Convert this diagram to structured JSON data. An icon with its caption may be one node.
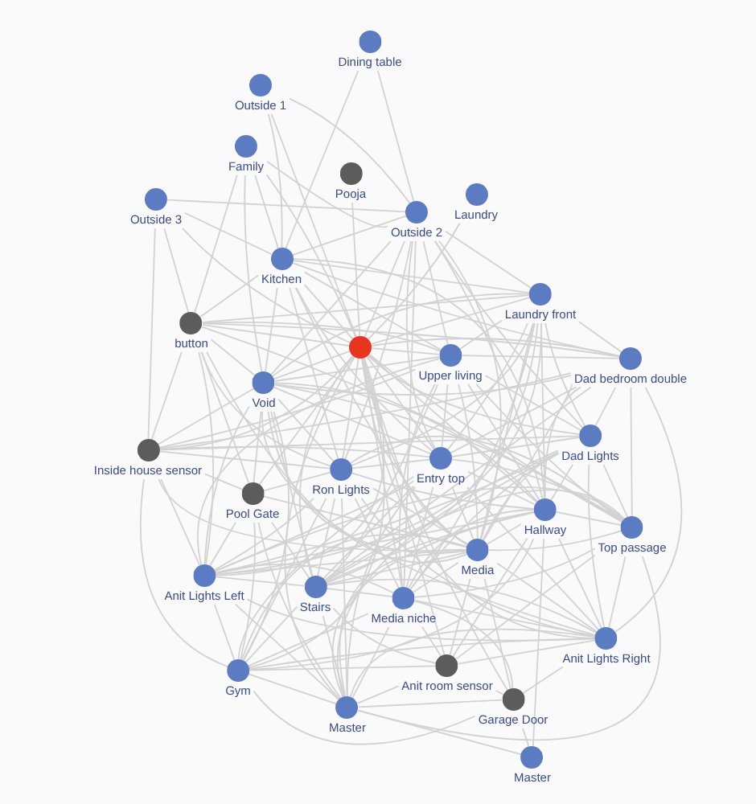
{
  "diagram": {
    "nodes": [
      {
        "text": [
          "Dining table"
        ]
      },
      {
        "text": [
          "Outside 1"
        ]
      },
      {
        "text": [
          "Family"
        ]
      },
      {
        "text": [
          "Pooja"
        ]
      },
      {
        "text": [
          "Laundry"
        ]
      },
      {
        "text": [
          "Outside 3"
        ]
      },
      {
        "text": [
          "Outside 2"
        ]
      },
      {
        "text": [
          "Kitchen"
        ]
      },
      {
        "text": [
          "Laundry front"
        ]
      },
      {
        "text": [
          "button"
        ]
      },
      {
        "text": [],
        "shape": "circle"
      },
      {
        "text": [
          "Upper living"
        ]
      },
      {
        "text": [
          "Dad bedroom double"
        ]
      },
      {
        "text": [
          "Void"
        ]
      },
      {
        "text": [
          "Inside house sensor"
        ]
      },
      {
        "text": [
          "Dad Lights"
        ]
      },
      {
        "text": [
          "Entry top"
        ]
      },
      {
        "text": [
          "Ron Lights"
        ]
      },
      {
        "text": [
          "Pool Gate"
        ]
      },
      {
        "text": [
          "Hallway"
        ]
      },
      {
        "text": [
          "Top passage"
        ]
      },
      {
        "text": [
          "Media"
        ]
      },
      {
        "text": [
          "Anit Lights Left"
        ]
      },
      {
        "text": [
          "Stairs"
        ]
      },
      {
        "text": [
          "Media niche"
        ]
      },
      {
        "text": [
          "Anit Lights Right"
        ]
      },
      {
        "text": [
          "Gym"
        ]
      },
      {
        "text": [
          "Anit room sensor"
        ]
      },
      {
        "text": [
          "Master"
        ]
      },
      {
        "text": [
          "Garage Door"
        ]
      },
      {
        "text": [
          "Master"
        ]
      }
    ],
    "edges": [
      {
        "from": 0,
        "to": 7,
        "arrow": "none"
      },
      {
        "from": 0,
        "to": 6,
        "arrow": "none"
      },
      {
        "from": 1,
        "to": 6,
        "arrow": "none"
      },
      {
        "from": 1,
        "to": 7,
        "arrow": "none"
      },
      {
        "from": 1,
        "to": 10,
        "arrow": "none"
      },
      {
        "from": 2,
        "to": 6,
        "arrow": "none"
      },
      {
        "from": 2,
        "to": 7,
        "arrow": "none"
      },
      {
        "from": 2,
        "to": 13,
        "arrow": "none"
      },
      {
        "from": 2,
        "to": 10,
        "arrow": "none"
      },
      {
        "from": 2,
        "to": 9,
        "arrow": "none"
      },
      {
        "from": 3,
        "to": 10,
        "arrow": "none"
      },
      {
        "from": 4,
        "to": 10,
        "arrow": "none"
      },
      {
        "from": 5,
        "to": 6,
        "arrow": "none"
      },
      {
        "from": 5,
        "to": 7,
        "arrow": "none"
      },
      {
        "from": 5,
        "to": 10,
        "arrow": "none"
      },
      {
        "from": 5,
        "to": 14,
        "arrow": "none"
      },
      {
        "from": 5,
        "to": 9,
        "arrow": "none"
      },
      {
        "from": 6,
        "to": 7,
        "arrow": "none"
      },
      {
        "from": 6,
        "to": 8,
        "arrow": "none"
      },
      {
        "from": 6,
        "to": 10,
        "arrow": "none"
      },
      {
        "from": 6,
        "to": 11,
        "arrow": "none"
      },
      {
        "from": 6,
        "to": 13,
        "arrow": "none"
      },
      {
        "from": 6,
        "to": 16,
        "arrow": "none"
      },
      {
        "from": 6,
        "to": 17,
        "arrow": "none"
      },
      {
        "from": 6,
        "to": 19,
        "arrow": "none"
      },
      {
        "from": 6,
        "to": 21,
        "arrow": "none"
      },
      {
        "from": 6,
        "to": 15,
        "arrow": "none"
      },
      {
        "from": 6,
        "to": 24,
        "arrow": "none"
      },
      {
        "from": 7,
        "to": 8,
        "arrow": "none"
      },
      {
        "from": 7,
        "to": 10,
        "arrow": "none"
      },
      {
        "from": 7,
        "to": 11,
        "arrow": "none"
      },
      {
        "from": 7,
        "to": 13,
        "arrow": "none"
      },
      {
        "from": 7,
        "to": 16,
        "arrow": "none"
      },
      {
        "from": 7,
        "to": 17,
        "arrow": "none"
      },
      {
        "from": 7,
        "to": 21,
        "arrow": "none"
      },
      {
        "from": 7,
        "to": 12,
        "arrow": "none"
      },
      {
        "from": 7,
        "to": 9,
        "arrow": "none"
      },
      {
        "from": 7,
        "to": 19,
        "arrow": "none"
      },
      {
        "from": 8,
        "to": 10,
        "arrow": "none"
      },
      {
        "from": 8,
        "to": 11,
        "arrow": "none"
      },
      {
        "from": 8,
        "to": 12,
        "arrow": "none"
      },
      {
        "from": 8,
        "to": 15,
        "arrow": "none"
      },
      {
        "from": 8,
        "to": 16,
        "arrow": "none"
      },
      {
        "from": 8,
        "to": 19,
        "arrow": "none"
      },
      {
        "from": 8,
        "to": 21,
        "arrow": "none"
      },
      {
        "from": 8,
        "to": 9,
        "arrow": "none"
      },
      {
        "from": 8,
        "to": 13,
        "arrow": "none"
      },
      {
        "from": 8,
        "to": 17,
        "arrow": "none"
      },
      {
        "from": 8,
        "to": 22,
        "arrow": "none"
      },
      {
        "from": 8,
        "to": 23,
        "arrow": "none"
      },
      {
        "from": 8,
        "to": 24,
        "arrow": "none"
      },
      {
        "from": 9,
        "to": 10,
        "arrow": "none"
      },
      {
        "from": 9,
        "to": 11,
        "arrow": "none"
      },
      {
        "from": 9,
        "to": 12,
        "arrow": "none"
      },
      {
        "from": 9,
        "to": 13,
        "arrow": "none"
      },
      {
        "from": 9,
        "to": 14,
        "arrow": "none"
      },
      {
        "from": 9,
        "to": 18,
        "arrow": "none"
      },
      {
        "from": 9,
        "to": 22,
        "arrow": "none"
      },
      {
        "from": 9,
        "to": 17,
        "arrow": "none"
      },
      {
        "from": 9,
        "to": 21,
        "arrow": "none"
      },
      {
        "from": 9,
        "to": 20,
        "arrow": "none"
      },
      {
        "from": 10,
        "to": 11,
        "arrow": "none"
      },
      {
        "from": 10,
        "to": 12,
        "arrow": "none"
      },
      {
        "from": 10,
        "to": 13,
        "arrow": "none"
      },
      {
        "from": 10,
        "to": 14,
        "arrow": "none"
      },
      {
        "from": 10,
        "to": 15,
        "arrow": "none"
      },
      {
        "from": 10,
        "to": 16,
        "arrow": "none"
      },
      {
        "from": 10,
        "to": 17,
        "arrow": "none"
      },
      {
        "from": 10,
        "to": 18,
        "arrow": "none"
      },
      {
        "from": 10,
        "to": 19,
        "arrow": "none"
      },
      {
        "from": 10,
        "to": 20,
        "arrow": "none"
      },
      {
        "from": 10,
        "to": 21,
        "arrow": "none"
      },
      {
        "from": 10,
        "to": 22,
        "arrow": "none"
      },
      {
        "from": 10,
        "to": 23,
        "arrow": "none"
      },
      {
        "from": 10,
        "to": 24,
        "arrow": "none"
      },
      {
        "from": 10,
        "to": 25,
        "arrow": "none"
      },
      {
        "from": 10,
        "to": 26,
        "arrow": "none"
      },
      {
        "from": 10,
        "to": 27,
        "arrow": "none"
      },
      {
        "from": 10,
        "to": 28,
        "arrow": "none"
      },
      {
        "from": 10,
        "to": 29,
        "arrow": "none"
      },
      {
        "from": 11,
        "to": 12,
        "arrow": "none"
      },
      {
        "from": 11,
        "to": 13,
        "arrow": "none"
      },
      {
        "from": 11,
        "to": 15,
        "arrow": "none"
      },
      {
        "from": 11,
        "to": 16,
        "arrow": "none"
      },
      {
        "from": 11,
        "to": 19,
        "arrow": "none"
      },
      {
        "from": 11,
        "to": 20,
        "arrow": "none"
      },
      {
        "from": 11,
        "to": 21,
        "arrow": "none"
      },
      {
        "from": 11,
        "to": 24,
        "arrow": "none"
      },
      {
        "from": 11,
        "to": 14,
        "arrow": "none"
      },
      {
        "from": 11,
        "to": 22,
        "arrow": "none"
      },
      {
        "from": 11,
        "to": 23,
        "arrow": "none"
      },
      {
        "from": 12,
        "to": 15,
        "arrow": "none"
      },
      {
        "from": 12,
        "to": 19,
        "arrow": "none"
      },
      {
        "from": 12,
        "to": 20,
        "arrow": "none"
      },
      {
        "from": 12,
        "to": 21,
        "arrow": "none"
      },
      {
        "from": 12,
        "to": 25,
        "arrow": "none"
      },
      {
        "from": 12,
        "to": 16,
        "arrow": "none"
      },
      {
        "from": 12,
        "to": 14,
        "arrow": "none"
      },
      {
        "from": 12,
        "to": 13,
        "arrow": "none"
      },
      {
        "from": 12,
        "to": 23,
        "arrow": "none"
      },
      {
        "from": 13,
        "to": 14,
        "arrow": "none"
      },
      {
        "from": 13,
        "to": 16,
        "arrow": "none"
      },
      {
        "from": 13,
        "to": 17,
        "arrow": "none"
      },
      {
        "from": 13,
        "to": 18,
        "arrow": "none"
      },
      {
        "from": 13,
        "to": 21,
        "arrow": "none"
      },
      {
        "from": 13,
        "to": 22,
        "arrow": "none"
      },
      {
        "from": 13,
        "to": 23,
        "arrow": "none"
      },
      {
        "from": 13,
        "to": 19,
        "arrow": "none"
      },
      {
        "from": 13,
        "to": 20,
        "arrow": "none"
      },
      {
        "from": 13,
        "to": 25,
        "arrow": "none"
      },
      {
        "from": 13,
        "to": 26,
        "arrow": "none"
      },
      {
        "from": 14,
        "to": 15,
        "arrow": "none"
      },
      {
        "from": 14,
        "to": 16,
        "arrow": "none"
      },
      {
        "from": 14,
        "to": 17,
        "arrow": "none"
      },
      {
        "from": 14,
        "to": 18,
        "arrow": "none"
      },
      {
        "from": 14,
        "to": 22,
        "arrow": "none"
      },
      {
        "from": 14,
        "to": 26,
        "arrow": "none"
      },
      {
        "from": 14,
        "to": 21,
        "arrow": "none"
      },
      {
        "from": 15,
        "to": 16,
        "arrow": "none"
      },
      {
        "from": 15,
        "to": 19,
        "arrow": "none"
      },
      {
        "from": 15,
        "to": 20,
        "arrow": "none"
      },
      {
        "from": 15,
        "to": 21,
        "arrow": "none"
      },
      {
        "from": 15,
        "to": 25,
        "arrow": "none"
      },
      {
        "from": 15,
        "to": 22,
        "arrow": "none"
      },
      {
        "from": 15,
        "to": 24,
        "arrow": "none"
      },
      {
        "from": 15,
        "to": 23,
        "arrow": "none"
      },
      {
        "from": 15,
        "to": 28,
        "arrow": "none"
      },
      {
        "from": 16,
        "to": 17,
        "arrow": "none"
      },
      {
        "from": 16,
        "to": 19,
        "arrow": "none"
      },
      {
        "from": 16,
        "to": 20,
        "arrow": "none"
      },
      {
        "from": 16,
        "to": 21,
        "arrow": "none"
      },
      {
        "from": 16,
        "to": 22,
        "arrow": "none"
      },
      {
        "from": 16,
        "to": 23,
        "arrow": "none"
      },
      {
        "from": 16,
        "to": 24,
        "arrow": "none"
      },
      {
        "from": 16,
        "to": 25,
        "arrow": "none"
      },
      {
        "from": 16,
        "to": 26,
        "arrow": "none"
      },
      {
        "from": 16,
        "to": 28,
        "arrow": "none"
      },
      {
        "from": 17,
        "to": 18,
        "arrow": "none"
      },
      {
        "from": 17,
        "to": 21,
        "arrow": "none"
      },
      {
        "from": 17,
        "to": 22,
        "arrow": "none"
      },
      {
        "from": 17,
        "to": 23,
        "arrow": "none"
      },
      {
        "from": 17,
        "to": 24,
        "arrow": "none"
      },
      {
        "from": 17,
        "to": 26,
        "arrow": "none"
      },
      {
        "from": 17,
        "to": 28,
        "arrow": "none"
      },
      {
        "from": 17,
        "to": 19,
        "arrow": "none"
      },
      {
        "from": 17,
        "to": 20,
        "arrow": "none"
      },
      {
        "from": 17,
        "to": 25,
        "arrow": "none"
      },
      {
        "from": 18,
        "to": 22,
        "arrow": "none"
      },
      {
        "from": 18,
        "to": 23,
        "arrow": "none"
      },
      {
        "from": 18,
        "to": 26,
        "arrow": "none"
      },
      {
        "from": 18,
        "to": 21,
        "arrow": "none"
      },
      {
        "from": 18,
        "to": 28,
        "arrow": "none"
      },
      {
        "from": 19,
        "to": 20,
        "arrow": "none"
      },
      {
        "from": 19,
        "to": 21,
        "arrow": "none"
      },
      {
        "from": 19,
        "to": 23,
        "arrow": "none"
      },
      {
        "from": 19,
        "to": 24,
        "arrow": "none"
      },
      {
        "from": 19,
        "to": 25,
        "arrow": "none"
      },
      {
        "from": 19,
        "to": 27,
        "arrow": "none"
      },
      {
        "from": 19,
        "to": 28,
        "arrow": "none"
      },
      {
        "from": 19,
        "to": 22,
        "arrow": "none"
      },
      {
        "from": 19,
        "to": 26,
        "arrow": "none"
      },
      {
        "from": 19,
        "to": 30,
        "arrow": "none"
      },
      {
        "from": 20,
        "to": 21,
        "arrow": "none"
      },
      {
        "from": 20,
        "to": 24,
        "arrow": "none"
      },
      {
        "from": 20,
        "to": 25,
        "arrow": "none"
      },
      {
        "from": 20,
        "to": 22,
        "arrow": "none"
      },
      {
        "from": 20,
        "to": 23,
        "arrow": "none"
      },
      {
        "from": 20,
        "to": 27,
        "arrow": "none"
      },
      {
        "from": 20,
        "to": 28,
        "arrow": "none"
      },
      {
        "from": 21,
        "to": 22,
        "arrow": "none"
      },
      {
        "from": 21,
        "to": 23,
        "arrow": "none"
      },
      {
        "from": 21,
        "to": 24,
        "arrow": "none"
      },
      {
        "from": 21,
        "to": 25,
        "arrow": "none"
      },
      {
        "from": 21,
        "to": 26,
        "arrow": "none"
      },
      {
        "from": 21,
        "to": 27,
        "arrow": "none"
      },
      {
        "from": 21,
        "to": 28,
        "arrow": "none"
      },
      {
        "from": 21,
        "to": 29,
        "arrow": "none"
      },
      {
        "from": 22,
        "to": 23,
        "arrow": "none"
      },
      {
        "from": 22,
        "to": 26,
        "arrow": "none"
      },
      {
        "from": 22,
        "to": 28,
        "arrow": "none"
      },
      {
        "from": 22,
        "to": 24,
        "arrow": "none"
      },
      {
        "from": 22,
        "to": 25,
        "arrow": "none"
      },
      {
        "from": 23,
        "to": 24,
        "arrow": "none"
      },
      {
        "from": 23,
        "to": 26,
        "arrow": "none"
      },
      {
        "from": 23,
        "to": 28,
        "arrow": "none"
      },
      {
        "from": 23,
        "to": 27,
        "arrow": "none"
      },
      {
        "from": 23,
        "to": 25,
        "arrow": "none"
      },
      {
        "from": 24,
        "to": 25,
        "arrow": "none"
      },
      {
        "from": 24,
        "to": 26,
        "arrow": "none"
      },
      {
        "from": 24,
        "to": 27,
        "arrow": "none"
      },
      {
        "from": 24,
        "to": 28,
        "arrow": "none"
      },
      {
        "from": 24,
        "to": 29,
        "arrow": "none"
      },
      {
        "from": 25,
        "to": 27,
        "arrow": "none"
      },
      {
        "from": 25,
        "to": 28,
        "arrow": "none"
      },
      {
        "from": 25,
        "to": 29,
        "arrow": "none"
      },
      {
        "from": 25,
        "to": 26,
        "arrow": "none"
      },
      {
        "from": 26,
        "to": 27,
        "arrow": "none"
      },
      {
        "from": 26,
        "to": 28,
        "arrow": "none"
      },
      {
        "from": 26,
        "to": 29,
        "arrow": "none"
      },
      {
        "from": 27,
        "to": 28,
        "arrow": "none"
      },
      {
        "from": 27,
        "to": 29,
        "arrow": "none"
      },
      {
        "from": 28,
        "to": 29,
        "arrow": "none"
      },
      {
        "from": 28,
        "to": 30,
        "arrow": "none"
      },
      {
        "from": 29,
        "to": 30,
        "arrow": "none"
      }
    ]
  }
}
